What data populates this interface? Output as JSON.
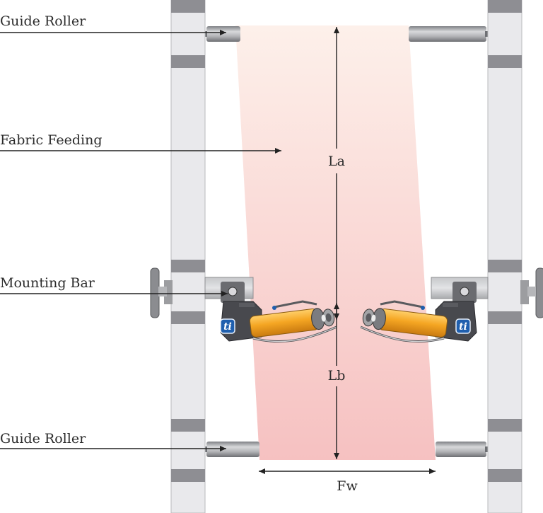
{
  "labels": {
    "guide_roller_top": "Guide Roller",
    "fabric_feeding": "Fabric Feeding",
    "mounting_bar": "Mounting Bar",
    "guide_roller_bottom": "Guide Roller"
  },
  "dimensions": {
    "la": "La",
    "lb": "Lb",
    "fw": "Fw"
  },
  "brand": {
    "logo_text": "ti"
  },
  "colors": {
    "fabric_top": "#fdf0ea",
    "fabric_bottom": "#f6c3c3",
    "frame": "#e9e9ec",
    "frame_band": "#8e8e93",
    "roller": "#a7a9ac",
    "sensor_body": "#444449",
    "sensor_roller": "#f5a623",
    "logo_blue": "#1f5fae"
  }
}
